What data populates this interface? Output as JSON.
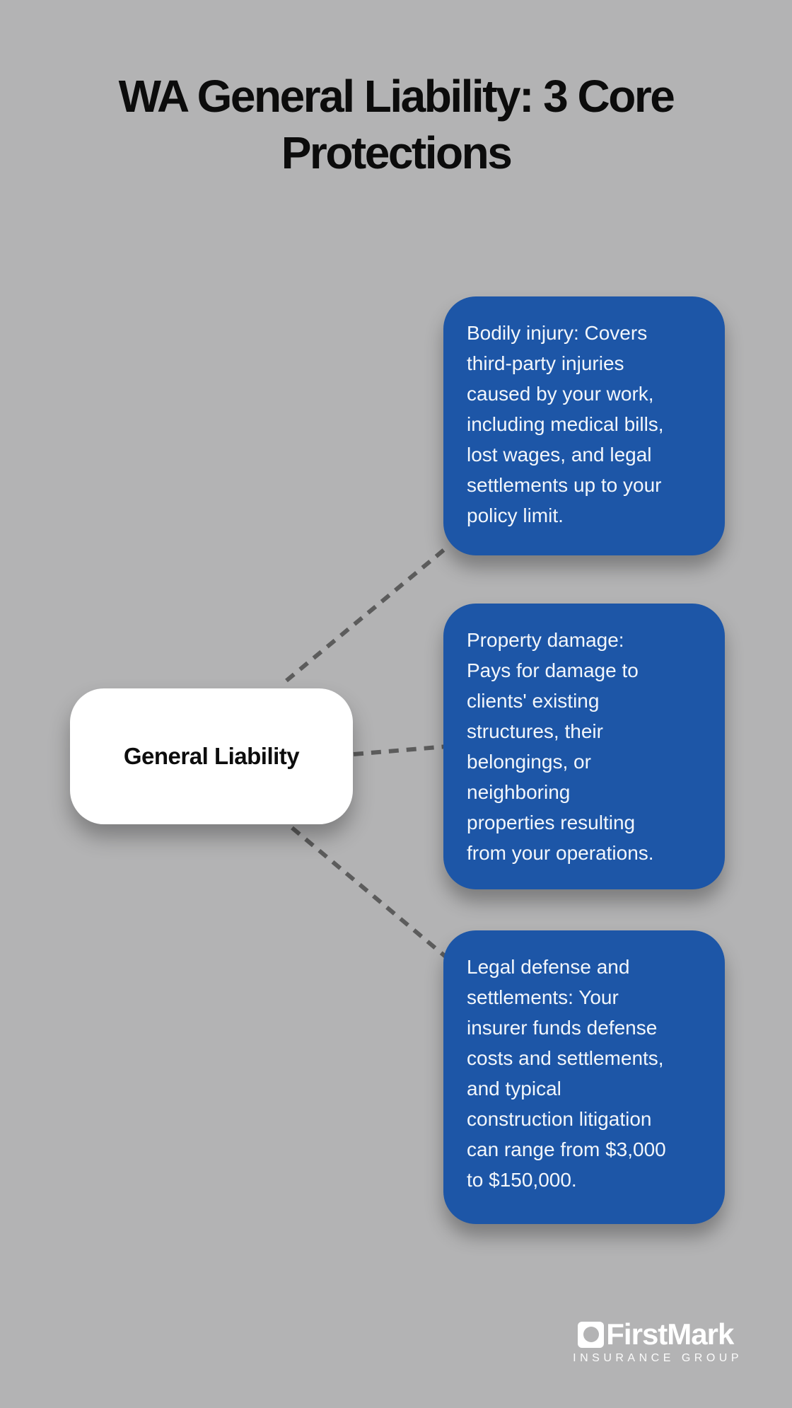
{
  "colors": {
    "background": "#b3b3b4",
    "card_blue": "#1d56a7",
    "card_white": "#ffffff",
    "connector_gray": "#5c5c5c",
    "title_text": "#0c0c0c",
    "card_text": "#f2f6fb"
  },
  "title": "WA General Liability: 3 Core\nProtections",
  "diagram": {
    "root": {
      "label": "General Liability"
    },
    "branches": [
      {
        "text": "Bodily injury: Covers\nthird-party injuries\ncaused by your work,\nincluding medical bills,\nlost wages, and legal\nsettlements up to your\npolicy limit."
      },
      {
        "text": "Property damage:\nPays for damage to\nclients' existing\nstructures, their\nbelongings, or\nneighboring\nproperties resulting\nfrom your operations."
      },
      {
        "text": "Legal defense and\nsettlements: Your\ninsurer funds defense\ncosts and settlements,\nand typical\nconstruction litigation\ncan range from $3,000\nto $150,000."
      }
    ]
  },
  "logo": {
    "brand": "FirstMark",
    "tagline": "INSURANCE GROUP",
    "mark_icon": "square-with-circle-cutout"
  }
}
